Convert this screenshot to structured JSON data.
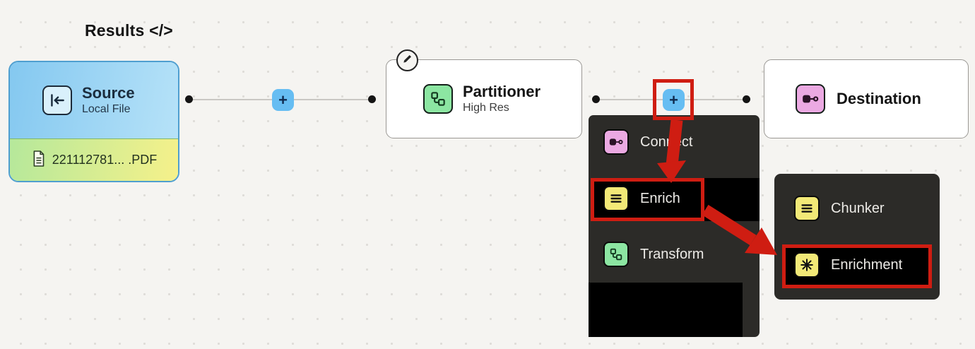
{
  "canvas": {
    "results_label": "Results </>",
    "plus_label": "+"
  },
  "nodes": {
    "source": {
      "title": "Source",
      "subtitle": "Local File",
      "file_name": "221112781... .PDF",
      "icon": "import-icon",
      "file_icon": "document-icon"
    },
    "partitioner": {
      "title": "Partitioner",
      "subtitle": "High Res",
      "icon": "workflow-icon",
      "badge_icon": "pencil-icon"
    },
    "destination": {
      "title": "Destination",
      "icon": "connection-icon"
    }
  },
  "add_node_menu": {
    "items": [
      {
        "label": "Connect",
        "icon": "connection-icon",
        "icon_color": "#eba9e2",
        "highlighted": false
      },
      {
        "label": "Enrich",
        "icon": "list-icon",
        "icon_color": "#f2e977",
        "highlighted": true
      },
      {
        "label": "Transform",
        "icon": "workflow-icon",
        "icon_color": "#8ce6a2",
        "highlighted": false
      }
    ]
  },
  "enrich_submenu": {
    "items": [
      {
        "label": "Chunker",
        "icon": "list-icon",
        "icon_color": "#f2e977",
        "highlighted": false
      },
      {
        "label": "Enrichment",
        "icon": "asterisk-icon",
        "icon_color": "#f2e977",
        "highlighted": true
      }
    ]
  },
  "colors": {
    "canvas_bg": "#f5f4f1",
    "accent_blue": "#66bdf2",
    "highlight_red": "#cf1d12",
    "menu_bg": "#2c2b28",
    "icon_yellow": "#f2e977",
    "icon_green": "#8ce6a2",
    "icon_pink": "#eba9e2",
    "source_blue": "#84c8f0",
    "file_yellow_green": "#f6f18a"
  }
}
